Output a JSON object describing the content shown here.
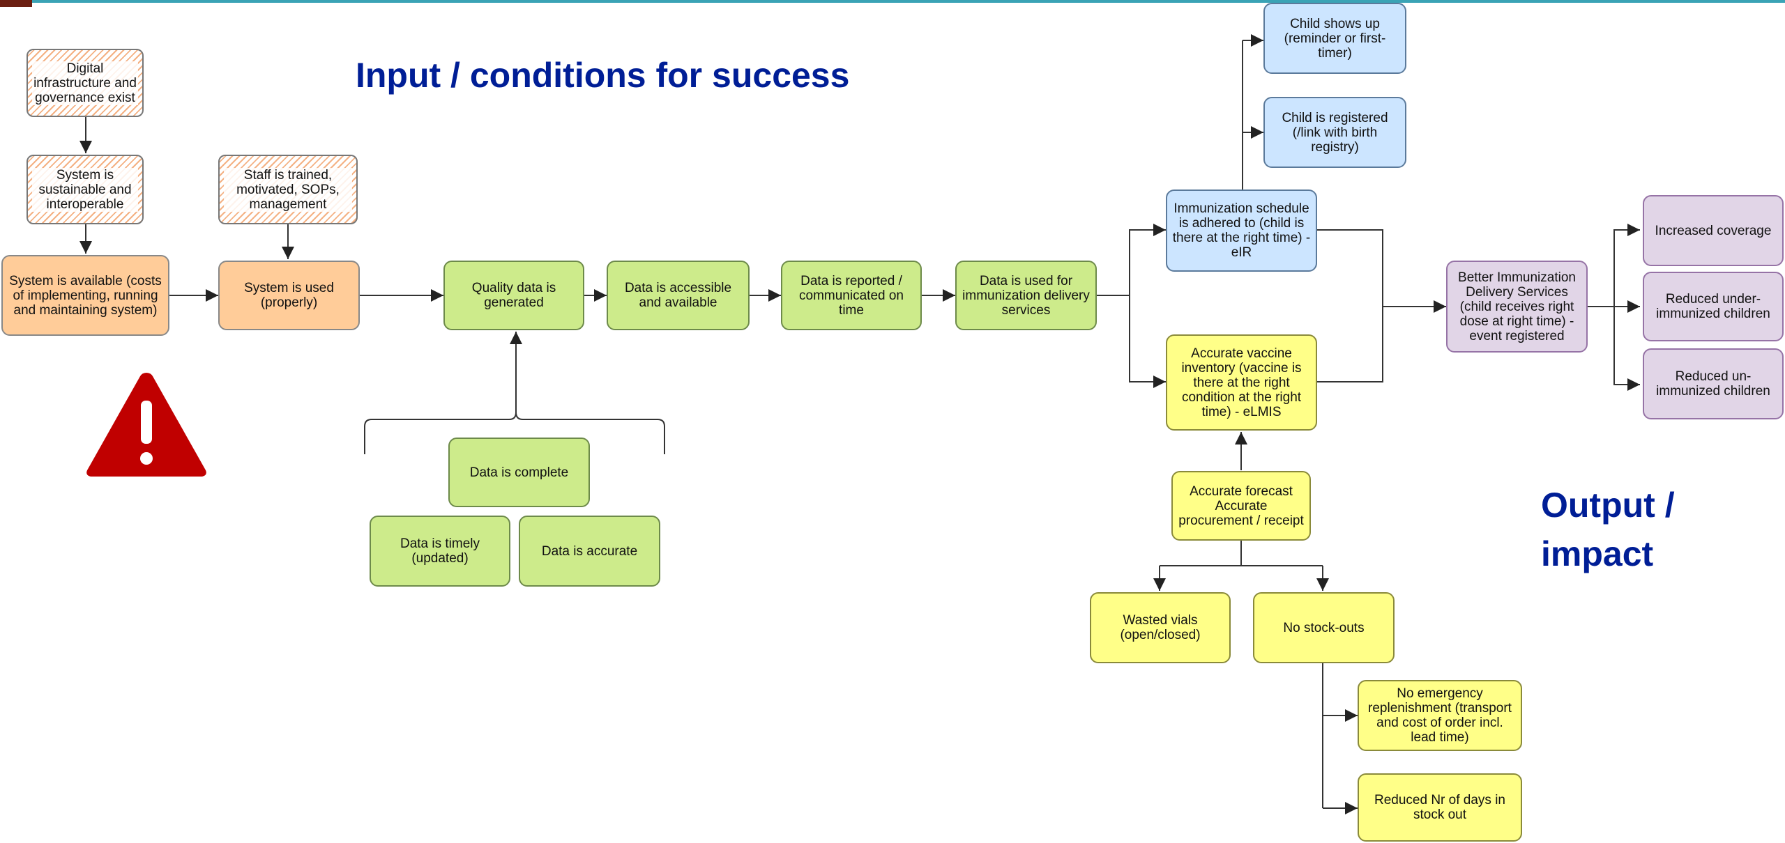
{
  "headings": {
    "input": "Input / conditions for success",
    "output_line1": "Output /",
    "output_line2": "impact"
  },
  "colors": {
    "title": "#001E96",
    "orange": "#FFCC99",
    "green": "#CDEB8B",
    "blue": "#CCE5FF",
    "yellow": "#FFFF88",
    "purple": "#E1D5E7",
    "warning": "#C00000",
    "topbar": "#3AA3B5"
  },
  "icons": [
    "warning-triangle-icon"
  ],
  "nodes": {
    "digital_infra": "Digital infrastructure and governance exist",
    "sustainable": "System is sustainable and interoperable",
    "staff_trained": "Staff is trained, motivated, SOPs, management",
    "available": "System is available (costs of implementing, running and maintaining system)",
    "used": "System is used (properly)",
    "quality": "Quality data is generated",
    "accessible": "Data is accessible and available",
    "reported": "Data is reported / communicated on time",
    "used_for": "Data is used for immunization delivery services",
    "complete": "Data is complete",
    "timely": "Data is timely (updated)",
    "accurate": "Data is accurate",
    "schedule": "Immunization schedule is adhered to (child is there at  the right time) - eIR",
    "shows_up": "Child shows up (reminder or first-timer)",
    "registered": "Child is registered (/link with birth registry)",
    "inventory": "Accurate vaccine inventory (vaccine is there at the right condition at the right time) - eLMIS",
    "forecast": "Accurate forecast Accurate procurement / receipt",
    "wasted": "Wasted vials (open/closed)",
    "no_stockouts": "No stock-outs",
    "no_emergency": "No emergency replenishment (transport and cost of order incl. lead time)",
    "reduced_days": "Reduced Nr of days in stock out",
    "better": "Better Immunization Delivery Services (child receives right dose at right time) - event registered",
    "coverage": "Increased coverage",
    "under": "Reduced under-immunized children",
    "un": "Reduced un-immunized children"
  }
}
